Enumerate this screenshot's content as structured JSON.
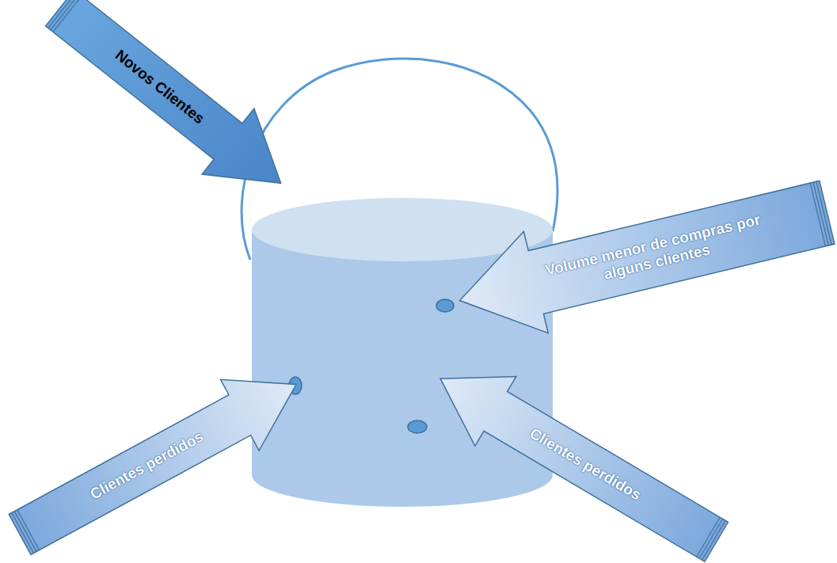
{
  "diagram": {
    "nodes": [
      {
        "text": [
          "Novos Clientes"
        ]
      },
      {
        "text": [
          "Volume menor de compras por alguns clientes"
        ]
      },
      {
        "text": [
          "Clientes perdidos"
        ]
      },
      {
        "text": [
          "Clientes perdidos"
        ]
      }
    ]
  }
}
